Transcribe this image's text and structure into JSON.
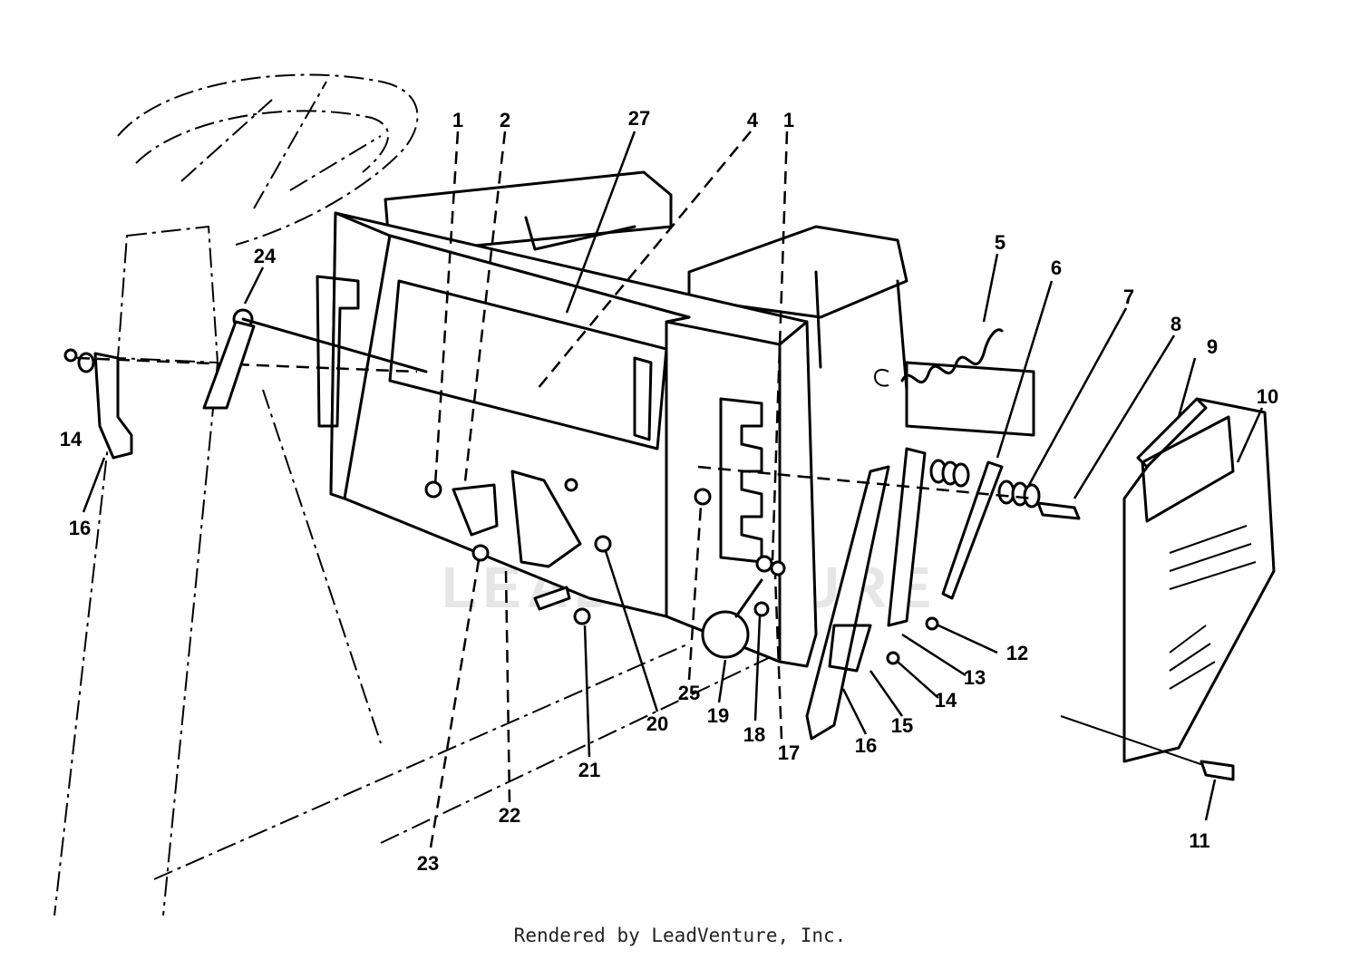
{
  "diagram": {
    "watermark": "LEADVENTURE",
    "callouts": [
      "1",
      "2",
      "27",
      "4",
      "1",
      "5",
      "6",
      "7",
      "8",
      "9",
      "10",
      "24",
      "14",
      "16",
      "12",
      "13",
      "14",
      "15",
      "16",
      "17",
      "18",
      "19",
      "25",
      "20",
      "21",
      "22",
      "23",
      "11"
    ]
  },
  "footer": {
    "rendered_by": "Rendered by LeadVenture, Inc."
  }
}
